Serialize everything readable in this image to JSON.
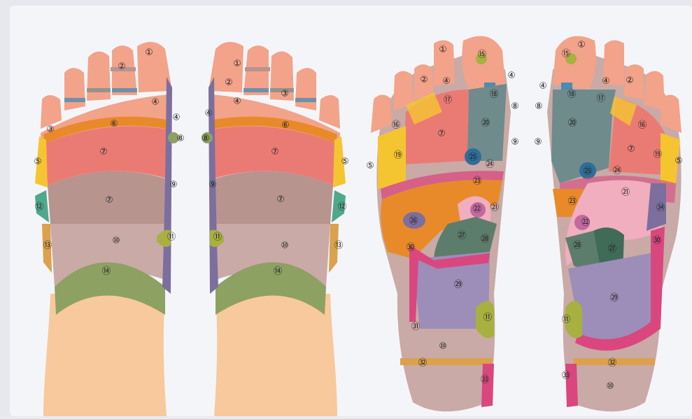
{
  "colors": {
    "background": "#e9ebf1",
    "panel": "#f4f5f8",
    "skin": "#f7c99c",
    "toe": "#f2a38a",
    "pink": "#ea7b74",
    "mauve": "#b7948e",
    "greyBlue": "#6f8b8c",
    "purple": "#7c6f9e",
    "green": "#8da162",
    "yellow": "#f5c531",
    "orange": "#e88a2a",
    "blue": "#4d8bb0",
    "lightPink": "#f0aebe",
    "magenta": "#d9477e",
    "lavender": "#9d8db9",
    "tan": "#dba14c"
  },
  "labels": {
    "n1": "①",
    "n2": "②",
    "n3": "③",
    "n4": "④",
    "n5": "⑤",
    "n6": "⑥",
    "n7": "⑦",
    "n8": "⑧",
    "n9": "⑨",
    "n10": "⑩",
    "n11": "⑪",
    "n12": "⑫",
    "n13": "⑬",
    "n14": "⑭",
    "n15": "⑮",
    "n16": "⑯",
    "n17": "⑰",
    "n18": "⑱",
    "n19": "⑲",
    "n20": "⑳",
    "n21": "㉑",
    "n22": "㉒",
    "n23": "㉓",
    "n24": "㉔",
    "n25": "㉕",
    "n26": "㉖",
    "n27": "㉗",
    "n28": "㉘",
    "n29": "㉙",
    "n30": "㉚",
    "n31": "㉛",
    "n32": "㉜",
    "n33": "㉝",
    "n34": "㉞"
  }
}
